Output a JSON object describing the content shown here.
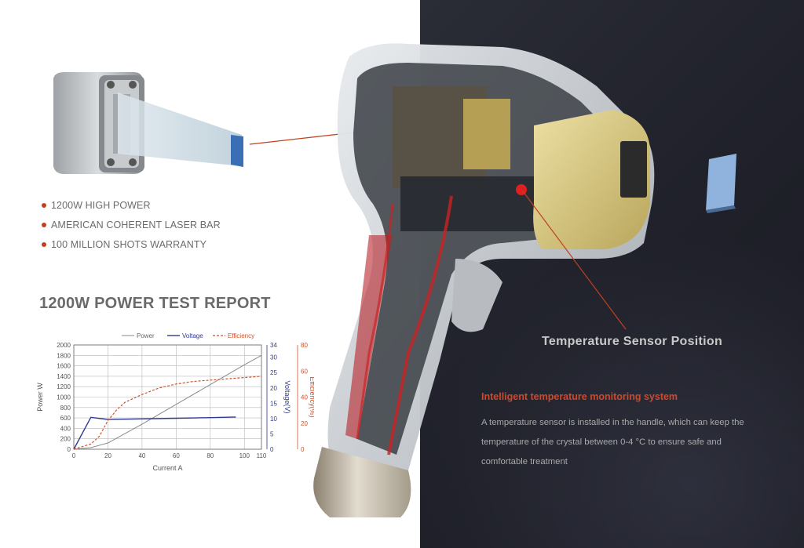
{
  "features": [
    "1200W HIGH POWER",
    "AMERICAN COHERENT LASER BAR",
    "100 MILLION SHOTS WARRANTY"
  ],
  "report_title": "1200W POWER TEST REPORT",
  "sensor": {
    "title": "Temperature Sensor Position"
  },
  "system": {
    "title": "Intelligent temperature monitoring system",
    "description": "A temperature sensor is installed in the handle, which can keep the temperature of the crystal between 0-4 °C to ensure safe and comfortable treatment"
  },
  "colors": {
    "accent": "#c0401f",
    "power_line": "#8a8a8a",
    "voltage_line": "#2f3a8f",
    "efficiency_line": "#d0522c",
    "dark_panel": "#22232c"
  },
  "chart_data": {
    "type": "line",
    "xlabel": "Current A",
    "ylabel": "Power W",
    "y2label": "Voltage(V)",
    "y3label": "Efficiency(%)",
    "xlim": [
      0,
      110
    ],
    "ylim": [
      0,
      2000
    ],
    "y2lim": [
      0,
      34
    ],
    "y3lim": [
      0,
      80
    ],
    "x_ticks": [
      "0",
      "20",
      "40",
      "60",
      "80",
      "100",
      "110"
    ],
    "y_ticks": [
      "0",
      "200",
      "400",
      "600",
      "800",
      "1000",
      "1200",
      "1400",
      "1600",
      "1800",
      "2000"
    ],
    "y2_ticks": [
      "0",
      "5",
      "10",
      "15",
      "20",
      "25",
      "30",
      "34"
    ],
    "y3_ticks": [
      "0",
      "20",
      "40",
      "60",
      "80"
    ],
    "grid": true,
    "legend": "top",
    "series": [
      {
        "name": "Power",
        "axis": "left",
        "x": [
          0,
          10,
          20,
          40,
          60,
          80,
          100,
          110
        ],
        "values": [
          0,
          30,
          120,
          480,
          860,
          1240,
          1620,
          1800
        ]
      },
      {
        "name": "Voltage",
        "axis": "right",
        "x": [
          0,
          10,
          20,
          40,
          60,
          80,
          95
        ],
        "values": [
          0,
          10.4,
          9.7,
          9.9,
          10.1,
          10.3,
          10.5
        ]
      },
      {
        "name": "Efficiency",
        "axis": "right2",
        "x": [
          0,
          10,
          15,
          20,
          25,
          30,
          40,
          50,
          60,
          70,
          80,
          90,
          100,
          110
        ],
        "values": [
          0,
          4,
          10,
          22,
          30,
          36,
          42,
          47,
          50,
          52,
          53,
          54,
          55,
          56
        ]
      }
    ]
  }
}
